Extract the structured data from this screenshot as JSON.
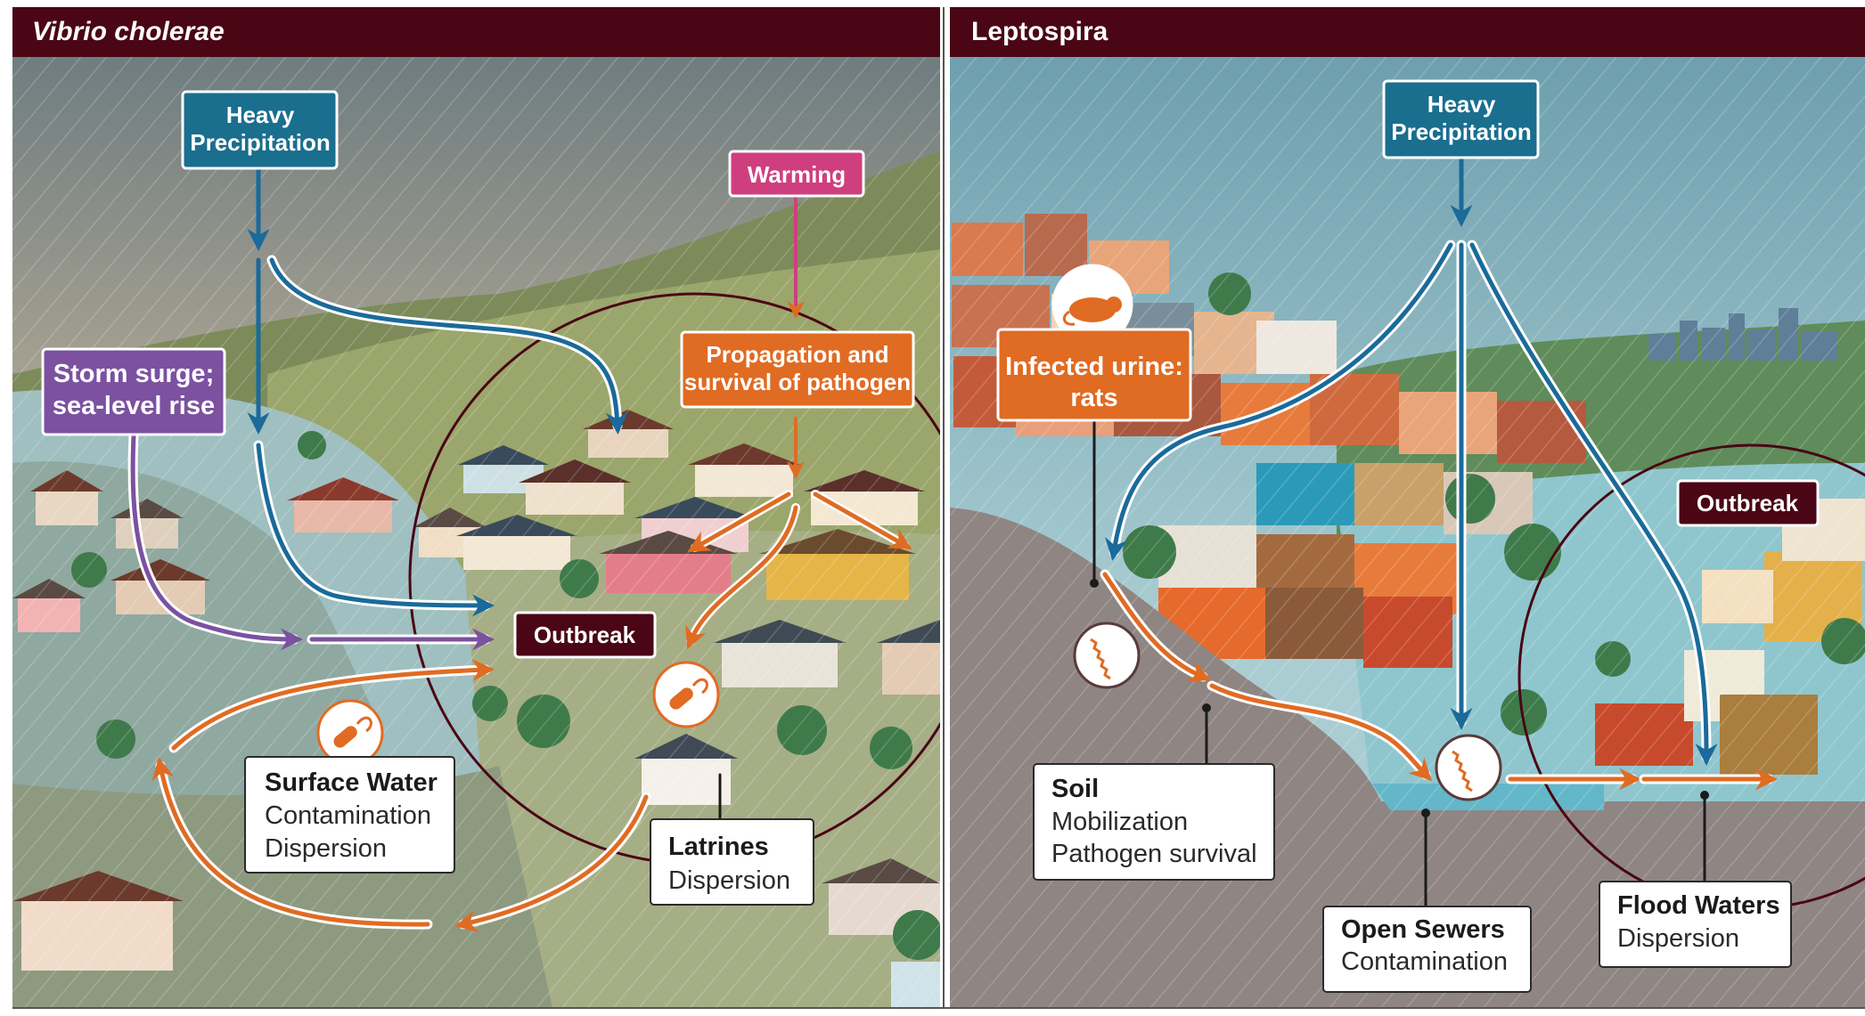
{
  "colors": {
    "header_bg": "#4a0615",
    "precipitation": "#1a6e8e",
    "warming": "#cf3f7f",
    "pathogen": "#e06b23",
    "storm": "#7b51a0",
    "outbreak": "#4a0615",
    "flow_blue": "#1a6a9a",
    "flow_orange": "#e06b23",
    "flow_purple": "#7b51a0"
  },
  "left_panel": {
    "title": "Vibrio cholerae",
    "heavy_precipitation": {
      "line1": "Heavy",
      "line2": "Precipitation"
    },
    "warming": "Warming",
    "propagation": {
      "line1": "Propagation and",
      "line2": "survival of pathogen"
    },
    "storm_surge": {
      "line1": "Storm surge;",
      "line2": "sea-level rise"
    },
    "outbreak": "Outbreak",
    "surface_water": {
      "title": "Surface Water",
      "line1": "Contamination",
      "line2": "Dispersion"
    },
    "latrines": {
      "title": "Latrines",
      "line1": "Dispersion"
    },
    "icons": [
      "vibrio-bacterium-icon",
      "vibrio-bacterium-icon"
    ]
  },
  "right_panel": {
    "title": "Leptospira",
    "heavy_precipitation": {
      "line1": "Heavy",
      "line2": "Precipitation"
    },
    "infected_urine": {
      "line1": "Infected urine:",
      "line2": "rats"
    },
    "outbreak": "Outbreak",
    "soil": {
      "title": "Soil",
      "line1": "Mobilization",
      "line2": "Pathogen survival"
    },
    "open_sewers": {
      "title": "Open Sewers",
      "line1": "Contamination"
    },
    "flood_waters": {
      "title": "Flood Waters",
      "line1": "Dispersion"
    },
    "icons": [
      "rat-icon",
      "leptospira-spirochete-icon",
      "leptospira-spirochete-icon"
    ]
  }
}
